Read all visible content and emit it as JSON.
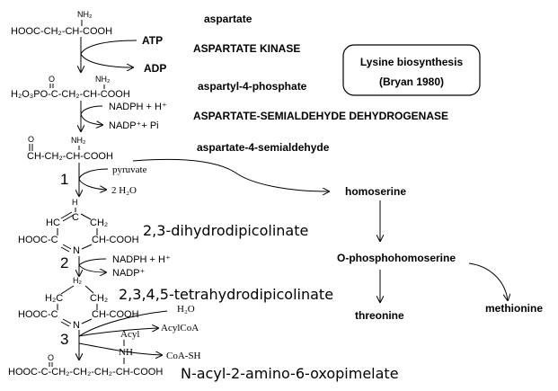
{
  "legend_box": {
    "title": "Lysine biosynthesis",
    "citation": "(Bryan 1980)"
  },
  "structures": {
    "aspartate": {
      "nh2": "NH₂",
      "formula": "HOOC-CH₂-CH-COOH"
    },
    "aspartyl_phosphate": {
      "o": "O",
      "nh2": "NH₂",
      "formula": "H₂O₃PO-C-CH₂-CH-COOH"
    },
    "semialdehyde": {
      "o": "O",
      "nh2": "NH₂",
      "formula": "CH-CH₂-CH-COOH"
    },
    "dihydrodipicolinate": {
      "h": "H",
      "hc": "HC",
      "c": "C",
      "ch2": "CH₂",
      "hooc": "HOOC-C",
      "n": "N",
      "cooh": "CH-COOH"
    },
    "tetrahydrodipicolinate": {
      "h2": "H₂",
      "h2c": "H₂C",
      "ch2": "CH₂",
      "hooc": "HOOC-C",
      "n": "N",
      "cooh": "CH-COOH"
    },
    "oxopimelate": {
      "o": "O",
      "acyl": "Acyl",
      "nh": "NH",
      "formula": "HOOC-C-CH₂-CH₂-CH₂-CH-COOH"
    }
  },
  "compounds": {
    "aspartate": "aspartate",
    "aspartyl_phosphate": "aspartyl-4-phosphate",
    "semialdehyde": "aspartate-4-semialdehyde",
    "dihydrodipicolinate": "2,3-dihydrodipicolinate",
    "tetrahydrodipicolinate": "2,3,4,5-tetrahydrodipicolinate",
    "oxopimelate": "N-acyl-2-amino-6-oxopimelate"
  },
  "enzymes": {
    "aspartate_kinase": "ASPARTATE KINASE",
    "asa_dehydrogenase": "ASPARTATE-SEMIALDEHYDE DEHYDROGENASE"
  },
  "cofactors": {
    "atp": "ATP",
    "adp": "ADP",
    "nadph1": "NADPH + H⁺",
    "nadp1": "NADP⁺+ Pi",
    "pyruvate": "pyruvate",
    "water2": "2 H₂O",
    "nadph2": "NADPH + H⁺",
    "nadp2": "NADP⁺",
    "water": "H₂O",
    "acylcoa": "AcylCoA",
    "coash": "CoA-SH"
  },
  "step_numbers": {
    "s1": "1",
    "s2": "2",
    "s3": "3"
  },
  "branch": {
    "homoserine": "homoserine",
    "o_phosphohomoserine": "O-phosphohomoserine",
    "threonine": "threonine",
    "methionine": "methionine"
  }
}
